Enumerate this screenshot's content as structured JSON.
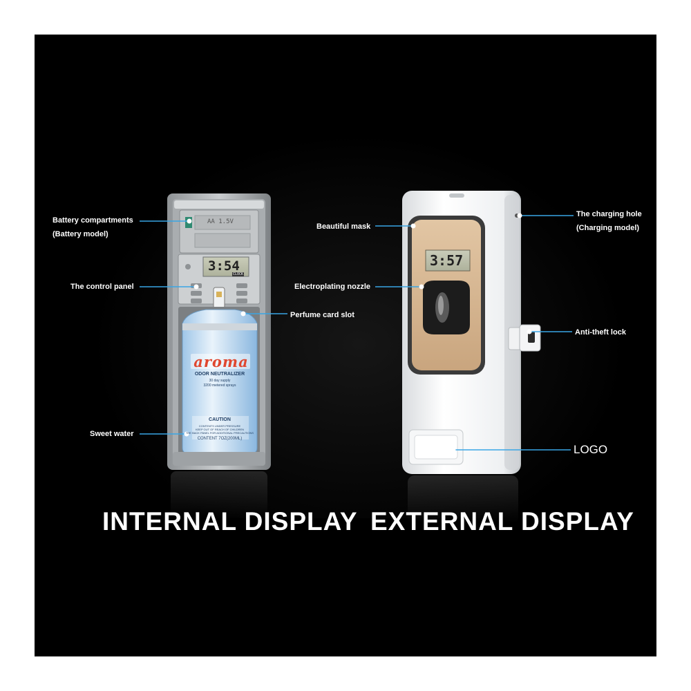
{
  "left_device": {
    "battery_text": "AA 1.5V",
    "lcd_time": "3:54",
    "lcd_mode": "CLOCK",
    "can": {
      "brand": "aroma",
      "product": "ODOR NEUTRALIZER",
      "supply_line1": "30 day supply",
      "supply_line2": "3200 metered sprays",
      "caution_title": "CAUTION",
      "caution_line1": "CONTENTS UNDER PRESSURE",
      "caution_line2": "KEEP OUT OF REACH OF CHILDREN",
      "caution_line3": "THE BACK PANEL FOR ADDITIONAL PRECAUTIONS",
      "content": "CONTENT 7OZ(200ML)"
    }
  },
  "right_device": {
    "lcd_time": "3:57"
  },
  "callouts": {
    "battery_line1": "Battery compartments",
    "battery_line2": "(Battery model)",
    "control_panel": "The control panel",
    "perfume_slot": "Perfume card slot",
    "sweet_water": "Sweet water",
    "beautiful_mask": "Beautiful mask",
    "nozzle": "Electroplating nozzle",
    "charging_line1": "The charging hole",
    "charging_line2": "(Charging model)",
    "anti_theft": "Anti-theft lock",
    "logo": "LOGO"
  },
  "titles": {
    "internal": "INTERNAL DISPLAY",
    "external": "EXTERNAL DISPLAY"
  },
  "colors": {
    "background": "#000000",
    "leader_line": "#39a6e6",
    "text": "#ffffff"
  }
}
